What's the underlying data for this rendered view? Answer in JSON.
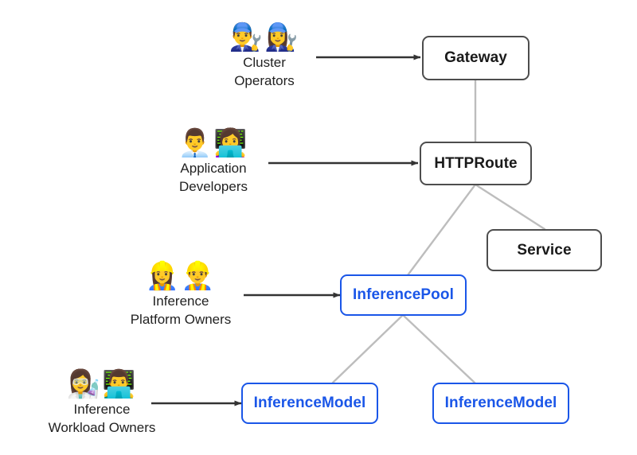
{
  "diagram": {
    "title": "Gateway API Inference Extension personas and resources",
    "background": "#ffffff",
    "colors": {
      "node_border_dark": "#4d4d4d",
      "node_border_blue": "#1a56e8",
      "node_text_dark": "#1a1a1a",
      "node_text_blue": "#1a56e8",
      "connector_gray": "#bdbdbd",
      "arrow_black": "#333333"
    }
  },
  "nodes": [
    {
      "id": "gateway",
      "label": "Gateway",
      "style": "dark"
    },
    {
      "id": "httproute",
      "label": "HTTPRoute",
      "style": "dark"
    },
    {
      "id": "service",
      "label": "Service",
      "style": "dark"
    },
    {
      "id": "inferencepool",
      "label": "InferencePool",
      "style": "blue"
    },
    {
      "id": "inferencemodel1",
      "label": "InferenceModel",
      "style": "blue"
    },
    {
      "id": "inferencemodel2",
      "label": "InferenceModel",
      "style": "blue"
    }
  ],
  "actors": [
    {
      "id": "cluster-operators",
      "emoji": "👨‍🔧👩‍🔧",
      "emoji_names": [
        "man-mechanic-icon",
        "woman-mechanic-icon"
      ],
      "line1": "Cluster",
      "line2": "Operators",
      "points_to": "gateway"
    },
    {
      "id": "application-developers",
      "emoji": "👨‍💼👩‍💻",
      "emoji_names": [
        "man-office-worker-icon",
        "woman-technologist-icon"
      ],
      "line1": "Application",
      "line2": "Developers",
      "points_to": "httproute"
    },
    {
      "id": "inference-platform-owners",
      "emoji": "👷‍♀️👷‍♂️",
      "emoji_names": [
        "woman-construction-worker-icon",
        "man-construction-worker-icon"
      ],
      "line1": "Inference",
      "line2": "Platform Owners",
      "points_to": "inferencepool"
    },
    {
      "id": "inference-workload-owners",
      "emoji": "👩‍🔬👨‍💻",
      "emoji_names": [
        "woman-scientist-icon",
        "man-technologist-icon"
      ],
      "line1": "Inference",
      "line2": "Workload Owners",
      "points_to": "inferencemodel1"
    }
  ],
  "connections": [
    {
      "from": "gateway",
      "to": "httproute",
      "kind": "gray-link"
    },
    {
      "from": "httproute",
      "to": "inferencepool",
      "kind": "gray-link"
    },
    {
      "from": "httproute",
      "to": "service",
      "kind": "gray-link"
    },
    {
      "from": "inferencepool",
      "to": "inferencemodel1",
      "kind": "gray-link"
    },
    {
      "from": "inferencepool",
      "to": "inferencemodel2",
      "kind": "gray-link"
    },
    {
      "from": "cluster-operators",
      "to": "gateway",
      "kind": "black-arrow"
    },
    {
      "from": "application-developers",
      "to": "httproute",
      "kind": "black-arrow"
    },
    {
      "from": "inference-platform-owners",
      "to": "inferencepool",
      "kind": "black-arrow"
    },
    {
      "from": "inference-workload-owners",
      "to": "inferencemodel1",
      "kind": "black-arrow"
    }
  ]
}
